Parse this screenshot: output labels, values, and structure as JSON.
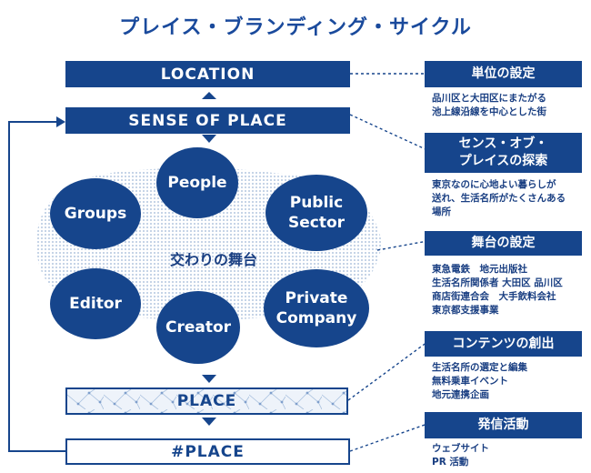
{
  "title": "プレイス・ブランディング・サイクル",
  "flow": {
    "location": "LOCATION",
    "sense_of_place": "SENSE OF PLACE",
    "place": "PLACE",
    "hashtag_place": "#PLACE"
  },
  "hub": {
    "label": "交わりの舞台",
    "actors": {
      "people": "People",
      "groups": "Groups",
      "public_sector": "Public\nSector",
      "editor": "Editor",
      "creator": "Creator",
      "private_company": "Private\nCompany"
    }
  },
  "steps": [
    {
      "heading": "単位の設定",
      "lines": [
        "品川区と大田区にまたがる",
        "池上線沿線を中心とした街"
      ]
    },
    {
      "heading": "センス・オブ・\nプレイスの探索",
      "lines": [
        "東京なのに心地よい暮らしが",
        "送れ、生活名所がたくさんある",
        "場所"
      ]
    },
    {
      "heading": "舞台の設定",
      "lines": [
        "東急電鉄　地元出版社",
        "生活名所関係者 大田区 品川区",
        "商店街連合会　大手飲料会社",
        "東京都支援事業"
      ]
    },
    {
      "heading": "コンテンツの創出",
      "lines": [
        "生活名所の選定と編集",
        "無料乗車イベント",
        "地元連携企画"
      ]
    },
    {
      "heading": "発信活動",
      "lines": [
        "ウェブサイト",
        "PR 活動"
      ]
    }
  ],
  "colors": {
    "primary": "#16458c",
    "dots": "#9db6d6",
    "title": "#1a4a9c"
  }
}
